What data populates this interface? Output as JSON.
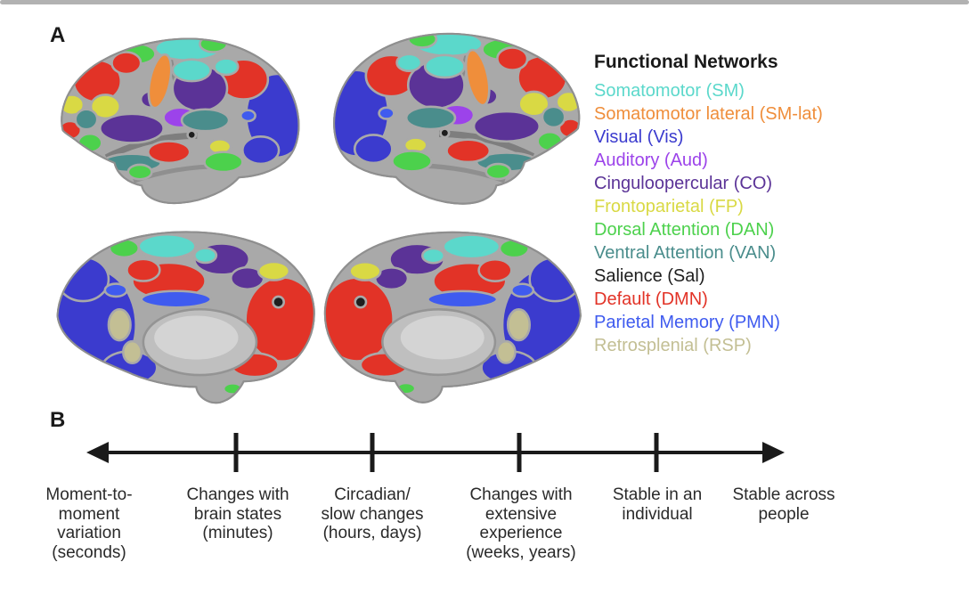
{
  "panel_a": {
    "label": "A"
  },
  "panel_b": {
    "label": "B"
  },
  "legend": {
    "title": "Functional Networks",
    "items": [
      {
        "label": "Somatomotor (SM)",
        "color": "#5BD8CB"
      },
      {
        "label": "Somatomotor lateral (SM-lat)",
        "color": "#EF8E3B"
      },
      {
        "label": "Visual (Vis)",
        "color": "#3B3BCE"
      },
      {
        "label": "Auditory (Aud)",
        "color": "#9C43EA"
      },
      {
        "label": "Cinguloopercular (CO)",
        "color": "#5B3397"
      },
      {
        "label": "Frontoparietal (FP)",
        "color": "#D9D944"
      },
      {
        "label": "Dorsal Attention (DAN)",
        "color": "#4CD14C"
      },
      {
        "label": "Ventral Attention (VAN)",
        "color": "#4A8D8C"
      },
      {
        "label": "Salience (Sal)",
        "color": "#1E1E1E"
      },
      {
        "label": "Default (DMN)",
        "color": "#E23327"
      },
      {
        "label": "Parietal Memory (PMN)",
        "color": "#3F5BEF"
      },
      {
        "label": "Retrosplenial (RSP)",
        "color": "#C3BF94"
      }
    ]
  },
  "timeline": {
    "labels": [
      "Moment-to-\nmoment\nvariation\n(seconds)",
      "Changes with\nbrain states\n(minutes)",
      "Circadian/\nslow changes\n(hours, days)",
      "Changes with\nextensive\nexperience\n(weeks, years)",
      "Stable in an\nindividual",
      "Stable across\npeople"
    ]
  }
}
